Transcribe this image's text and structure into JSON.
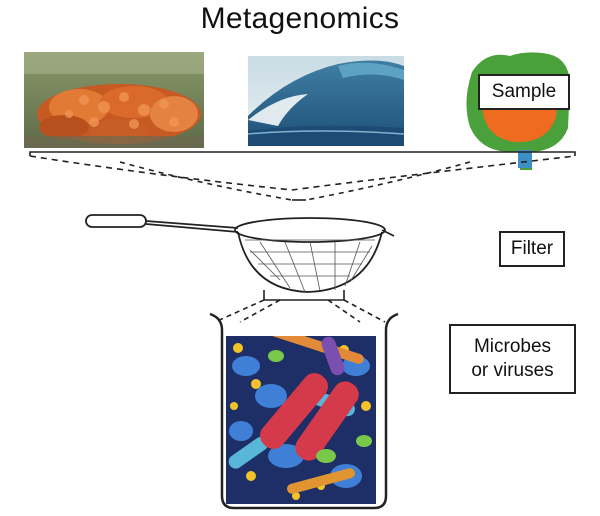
{
  "title": "Metagenomics",
  "labels": {
    "sample": "Sample",
    "filter": "Filter",
    "microbes_line1": "Microbes",
    "microbes_line2": "or viruses"
  },
  "colors": {
    "coral": "#d4672a",
    "wave_blue": "#2f6b8f",
    "gut_green": "#4aa03a",
    "gut_orange": "#ee6b1f",
    "outline": "#222222"
  },
  "icons": [
    "coral-photo",
    "ocean-wave-photo",
    "gut-organ-icon",
    "sieve-icon",
    "beaker-icon",
    "microbes-photo"
  ]
}
